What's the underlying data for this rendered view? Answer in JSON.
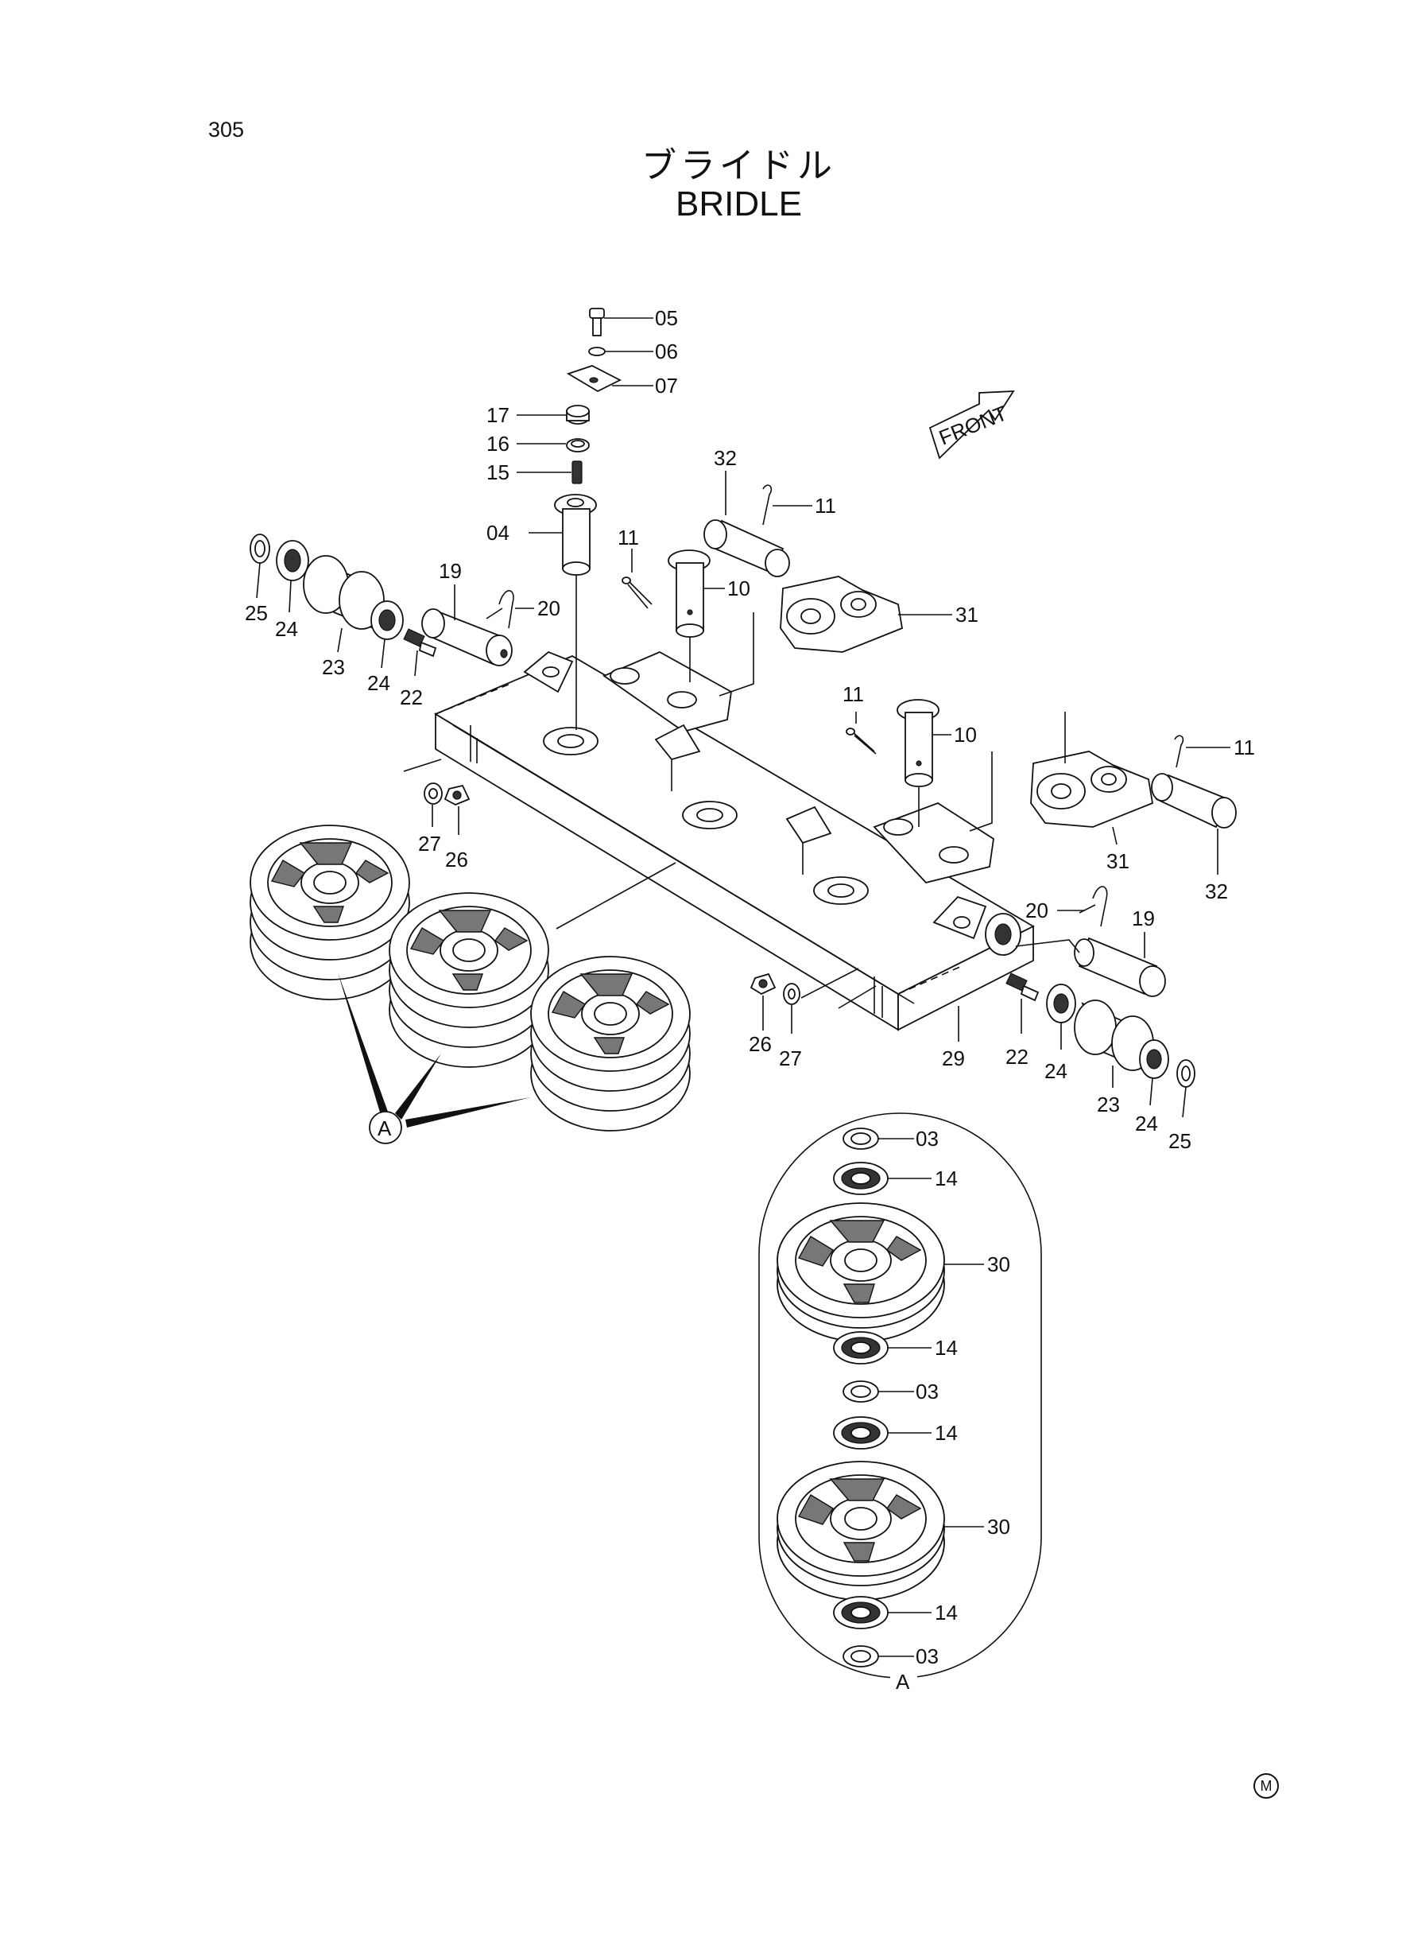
{
  "page_number": "305",
  "title_jp": "ブライドル",
  "title_en": "BRIDLE",
  "front_arrow_label": "FRONT",
  "detail_letter": "A",
  "corner_mark": "M",
  "callouts": {
    "c03a": "03",
    "c03b": "03",
    "c03c": "03",
    "c04": "04",
    "c05": "05",
    "c06": "06",
    "c07": "07",
    "c10a": "10",
    "c10b": "10",
    "c11a": "11",
    "c11b": "11",
    "c11c": "11",
    "c11d": "11",
    "c14a": "14",
    "c14b": "14",
    "c14c": "14",
    "c14d": "14",
    "c15": "15",
    "c16": "16",
    "c17": "17",
    "c19a": "19",
    "c19b": "19",
    "c20a": "20",
    "c20b": "20",
    "c22a": "22",
    "c22b": "22",
    "c23a": "23",
    "c23b": "23",
    "c24a": "24",
    "c24b": "24",
    "c24c": "24",
    "c24d": "24",
    "c25a": "25",
    "c25b": "25",
    "c26a": "26",
    "c26b": "26",
    "c27a": "27",
    "c27b": "27",
    "c29": "29",
    "c30a": "30",
    "c30b": "30",
    "c31a": "31",
    "c31b": "31",
    "c32a": "32",
    "c32b": "32",
    "cAa": "A",
    "cAb": "A"
  }
}
